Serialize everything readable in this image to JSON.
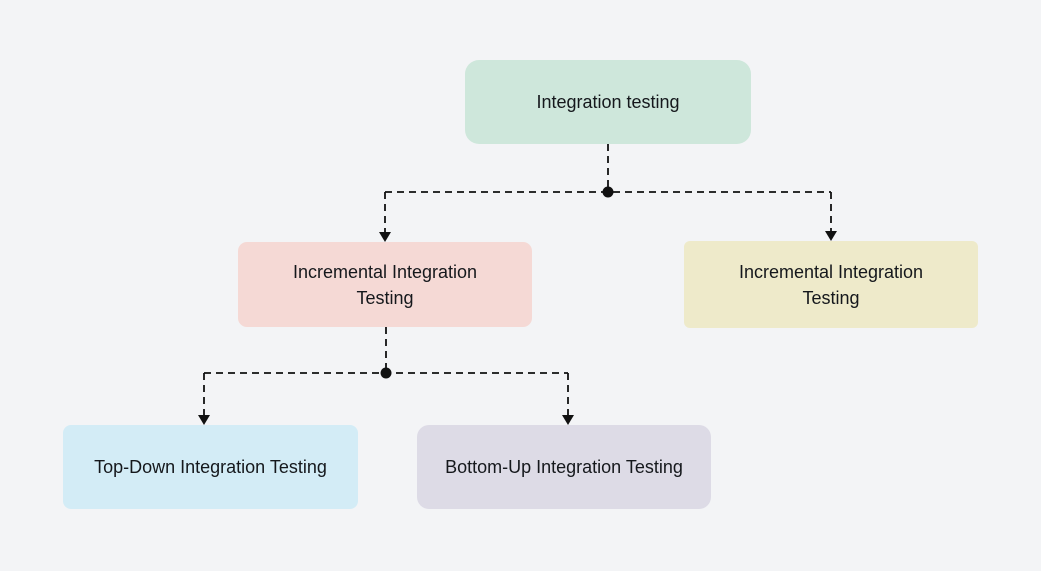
{
  "page": {
    "background_color": "#f3f4f6"
  },
  "diagram": {
    "type": "flowchart",
    "direction": "top-down",
    "nodes": [
      {
        "id": "integration-testing",
        "label": "Integration testing",
        "bg": "#cee7db"
      },
      {
        "id": "incremental-integration-testing-left",
        "label": "Incremental Integration Testing",
        "bg": "#f5d9d5"
      },
      {
        "id": "incremental-integration-testing-right",
        "label": "Incremental Integration Testing",
        "bg": "#eeeaca"
      },
      {
        "id": "top-down-integration-testing",
        "label": "Top-Down Integration Testing",
        "bg": "#d3ecf6"
      },
      {
        "id": "bottom-up-integration-testing",
        "label": "Bottom-Up Integration Testing",
        "bg": "#dddbe6"
      }
    ],
    "edges": [
      {
        "from": "integration-testing",
        "to": "incremental-integration-testing-left"
      },
      {
        "from": "integration-testing",
        "to": "incremental-integration-testing-right"
      },
      {
        "from": "incremental-integration-testing-left",
        "to": "top-down-integration-testing"
      },
      {
        "from": "incremental-integration-testing-left",
        "to": "bottom-up-integration-testing"
      }
    ],
    "connector_style": {
      "color": "#111111",
      "line": "dashed",
      "junction_marker": "filled-dot",
      "arrow_marker": "filled-triangle"
    },
    "text_color": "#15181c"
  }
}
